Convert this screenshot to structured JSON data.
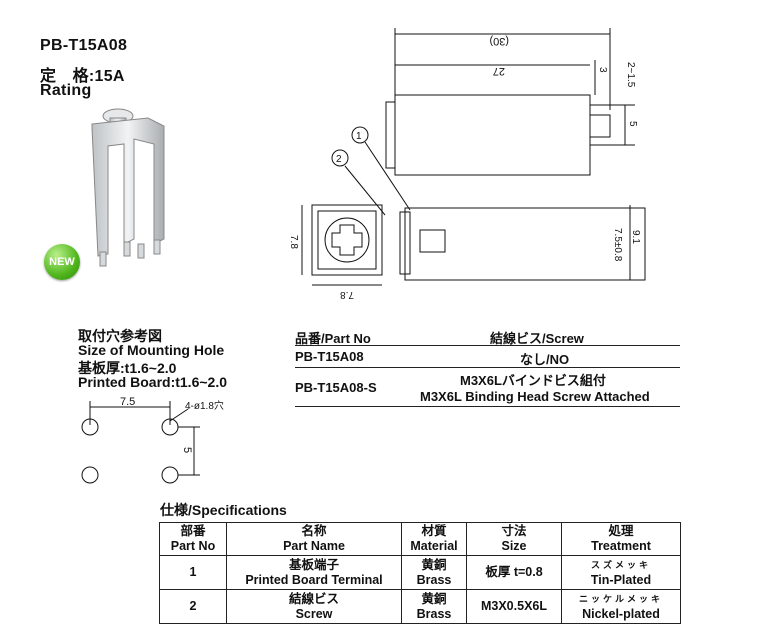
{
  "product": {
    "model": "PB-T15A08",
    "rating_jp": "定　格:15A",
    "rating_en": "Rating",
    "badge": "NEW"
  },
  "mounting": {
    "title_jp": "取付穴参考図",
    "title_en": "Size of Mounting Hole",
    "board_jp": "基板厚:t1.6~2.0",
    "board_en": "Printed Board:t1.6~2.0",
    "dim_width": "7.5",
    "dim_height": "5",
    "hole_label": "4-ø1.8穴"
  },
  "drawing": {
    "dim_total": "(30)",
    "dim_27": "27",
    "dim_3": "3",
    "dim_2_15": "2~1.5",
    "dim_5": "5",
    "dim_78_side": "7.8",
    "dim_78_bottom": "7.8",
    "dim_75": "7.5±0.8",
    "dim_91": "9.1",
    "callout_1": "1",
    "callout_2": "2"
  },
  "part_table": {
    "h_part": "品番/Part No",
    "h_screw": "結線ビス/Screw",
    "row1_part": "PB-T15A08",
    "row1_screw": "なし/NO",
    "row2_part": "PB-T15A08-S",
    "row2_screw_jp": "M3X6Lバインドビス組付",
    "row2_screw_en": "M3X6L Binding Head Screw Attached"
  },
  "specs": {
    "title": "仕様/Specifications",
    "headers": [
      {
        "jp": "部番",
        "en": "Part No"
      },
      {
        "jp": "名称",
        "en": "Part Name"
      },
      {
        "jp": "材質",
        "en": "Material"
      },
      {
        "jp": "寸法",
        "en": "Size"
      },
      {
        "jp": "処理",
        "en": "Treatment"
      }
    ],
    "rows": [
      {
        "no": "1",
        "name_jp": "基板端子",
        "name_en": "Printed Board Terminal",
        "mat_jp": "黄銅",
        "mat_en": "Brass",
        "size": "板厚 t=0.8",
        "treat_jp": "スズメッキ",
        "treat_en": "Tin-Plated"
      },
      {
        "no": "2",
        "name_jp": "結線ビス",
        "name_en": "Screw",
        "mat_jp": "黄銅",
        "mat_en": "Brass",
        "size": "M3X0.5X6L",
        "treat_jp": "ニッケルメッキ",
        "treat_en": "Nickel-plated"
      }
    ]
  }
}
